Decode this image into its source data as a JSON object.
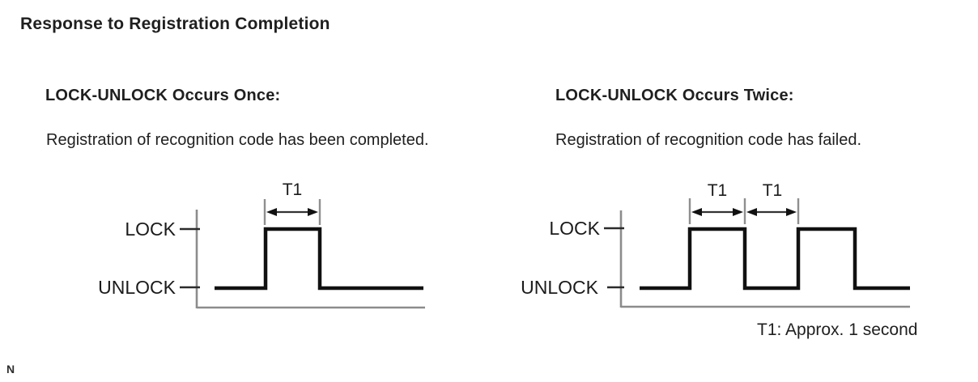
{
  "page": {
    "title": "Response to Registration Completion",
    "footer_char": "N"
  },
  "sections": [
    {
      "heading": "LOCK-UNLOCK Occurs Once:",
      "description": "Registration of recognition code has been completed.",
      "diagram": {
        "high_label": "LOCK",
        "low_label": "UNLOCK",
        "interval_labels": [
          "T1"
        ],
        "pulse_count": 1,
        "levels": [
          "UNLOCK",
          "LOCK",
          "UNLOCK"
        ]
      }
    },
    {
      "heading": "LOCK-UNLOCK Occurs Twice:",
      "description": "Registration of recognition code has failed.",
      "diagram": {
        "high_label": "LOCK",
        "low_label": "UNLOCK",
        "interval_labels": [
          "T1",
          "T1"
        ],
        "pulse_count": 2,
        "levels": [
          "UNLOCK",
          "LOCK",
          "UNLOCK",
          "LOCK",
          "UNLOCK"
        ]
      },
      "note": "T1: Approx. 1 second"
    }
  ],
  "colors": {
    "text": "#1f1f1f",
    "signal": "#111111",
    "axis": "#8c8c8c",
    "tick": "#2b2b2b",
    "extension_line": "#8f8f8f",
    "arrow": "#111111",
    "background": "#ffffff"
  }
}
